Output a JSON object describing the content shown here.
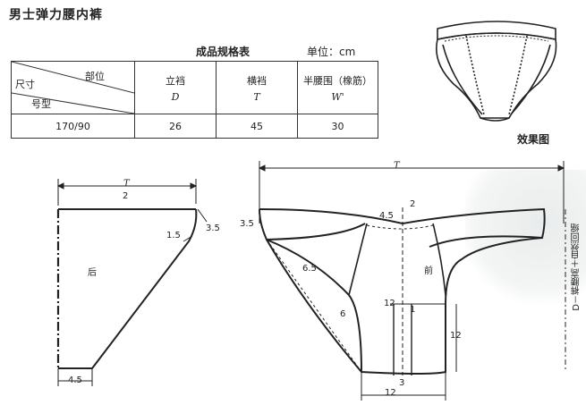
{
  "title": "男士弹力腰内裤",
  "spec_table": {
    "caption": "成品规格表",
    "unit": "单位：cm",
    "corner_part": "部位",
    "corner_size": "尺寸",
    "corner_model": "号型",
    "columns": [
      {
        "label": "立裆",
        "symbol": "D"
      },
      {
        "label": "横裆",
        "symbol": "T"
      },
      {
        "label": "半腰围（橡筋）",
        "symbol": "W'"
      }
    ],
    "row": {
      "model": "170/90",
      "values": [
        "26",
        "45",
        "30"
      ]
    }
  },
  "effect_label": "效果图",
  "back_panel": {
    "label": "后",
    "top_dim_T": "T",
    "top_dim_2": "2",
    "dim_1_5": "1.5",
    "dim_3_5": "3.5",
    "dim_4_5": "4.5"
  },
  "front_panel": {
    "label": "前",
    "top_dim": "T",
    "dim_3_5": "3.5",
    "dim_4_5": "4.5",
    "dim_2": "2",
    "dim_6_5": "6.5",
    "dim_6": "6",
    "dim_12_top": "12",
    "dim_1": "1",
    "dim_12_side": "12",
    "dim_3": "3",
    "dim_12_bottom": "12",
    "vertical_note": "D－裤腰高＋自然回缩"
  }
}
